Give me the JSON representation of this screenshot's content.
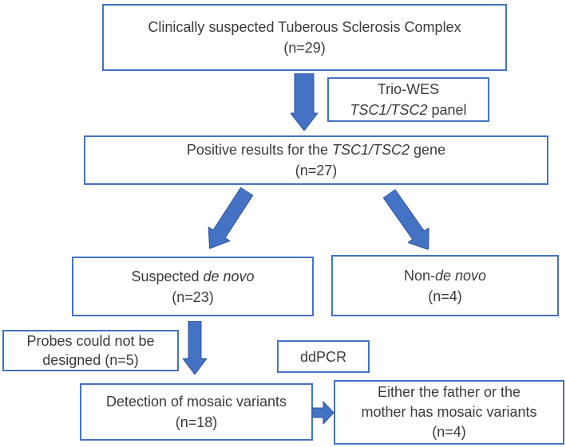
{
  "palette": {
    "box_border": "#4472C4",
    "arrow_fill": "#4472C4",
    "arrow_edge": "#2F5597",
    "text": "#3B3B3B",
    "background": "#FFFFFF"
  },
  "flowchart": {
    "clinical_box": {
      "line1": "Clinically suspected Tuberous Sclerosis Complex",
      "line2": "(n=29)"
    },
    "trio_wes_label": {
      "line1": "Trio-WES",
      "line2_italic": "TSC1/TSC2",
      "line2_rest": " panel"
    },
    "positive_box": {
      "line1_pre": "Positive results for the ",
      "line1_italic": "TSC1/TSC2",
      "line1_post": " gene",
      "line2": "(n=27)"
    },
    "suspected_box": {
      "line1_pre": "Suspected ",
      "line1_italic": "de novo",
      "line2": "(n=23)"
    },
    "non_de_novo_box": {
      "line1_pre": "Non-",
      "line1_italic": "de novo",
      "line2": "(n=4)"
    },
    "probes_box": {
      "line1": "Probes could not be",
      "line2": "designed (n=5)"
    },
    "ddpcr_label": {
      "text": "ddPCR"
    },
    "detection_box": {
      "line1": "Detection of mosaic variants",
      "line2": "(n=18)"
    },
    "parent_box": {
      "line1": "Either the father or the",
      "line2": "mother has mosaic variants",
      "line3": "(n=4)"
    }
  },
  "icons": {
    "arrow_trio": "block-arrow-down",
    "arrow_to_suspected": "block-arrow-down-left",
    "arrow_to_non_de_novo": "block-arrow-down-right",
    "arrow_to_detection": "block-arrow-down",
    "arrow_to_parent": "block-arrow-right"
  }
}
